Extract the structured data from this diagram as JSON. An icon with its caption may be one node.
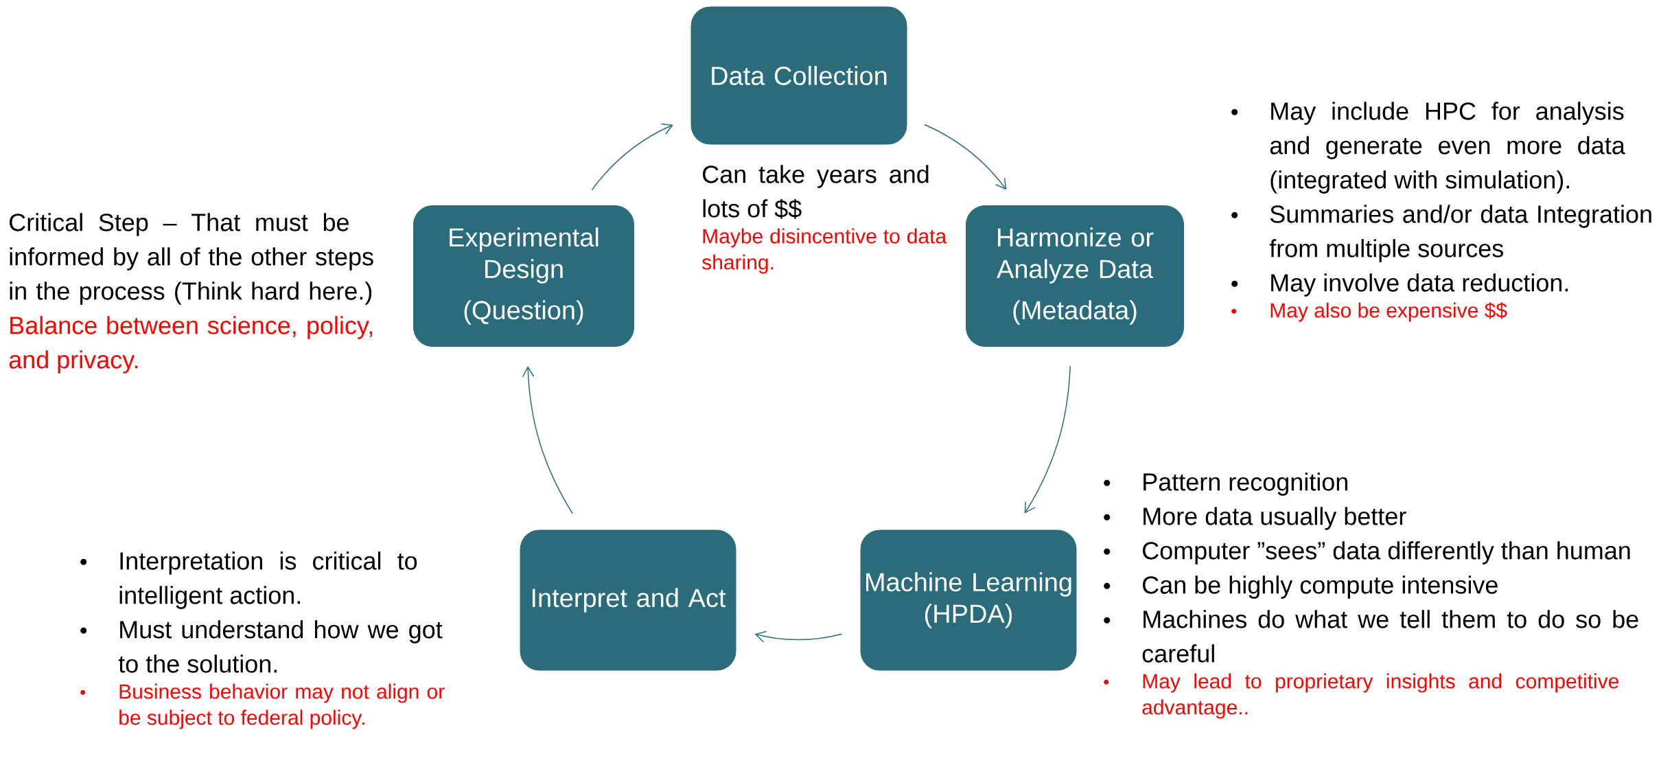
{
  "diagram": {
    "nodes": [
      {
        "text": [
          "Data Collection"
        ]
      },
      {
        "text": [
          "Experimental Design",
          "(Question)"
        ]
      },
      {
        "text": [
          "Harmonize or Analyze Data",
          "(Metadata)"
        ]
      },
      {
        "text": [
          "Interpret and Act"
        ]
      },
      {
        "text": [
          "Machine Learning (HPDA)"
        ]
      }
    ],
    "edges": [
      {
        "from": 0,
        "to": 2,
        "arrow": "to"
      },
      {
        "from": 2,
        "to": 4,
        "arrow": "to"
      },
      {
        "from": 4,
        "to": 3,
        "arrow": "to"
      },
      {
        "from": 3,
        "to": 1,
        "arrow": "to"
      },
      {
        "from": 1,
        "to": 0,
        "arrow": "to"
      }
    ],
    "labels": [
      "Can take years and lots of $$",
      "Maybe disincentive to data sharing.",
      "May include HPC for analysis and generate even more data (integrated with simulation).",
      "Summaries and/or data Integration from multiple sources",
      "May involve data reduction.",
      "May also be expensive $$",
      "Critical Step – That must be informed by all of the other steps in the process (Think hard here.)",
      "Balance between science, policy, and privacy.",
      "Pattern recognition",
      "More data usually better",
      "Computer ”sees” data differently than human",
      "Can be highly compute intensive",
      "Machines do what we tell them to do so be careful",
      "May lead to proprietary insights and competitive advantage..",
      "Interpretation is critical to intelligent action.",
      "Must understand how we got to the solution.",
      "Business behavior may not align or be subject to federal policy."
    ]
  }
}
